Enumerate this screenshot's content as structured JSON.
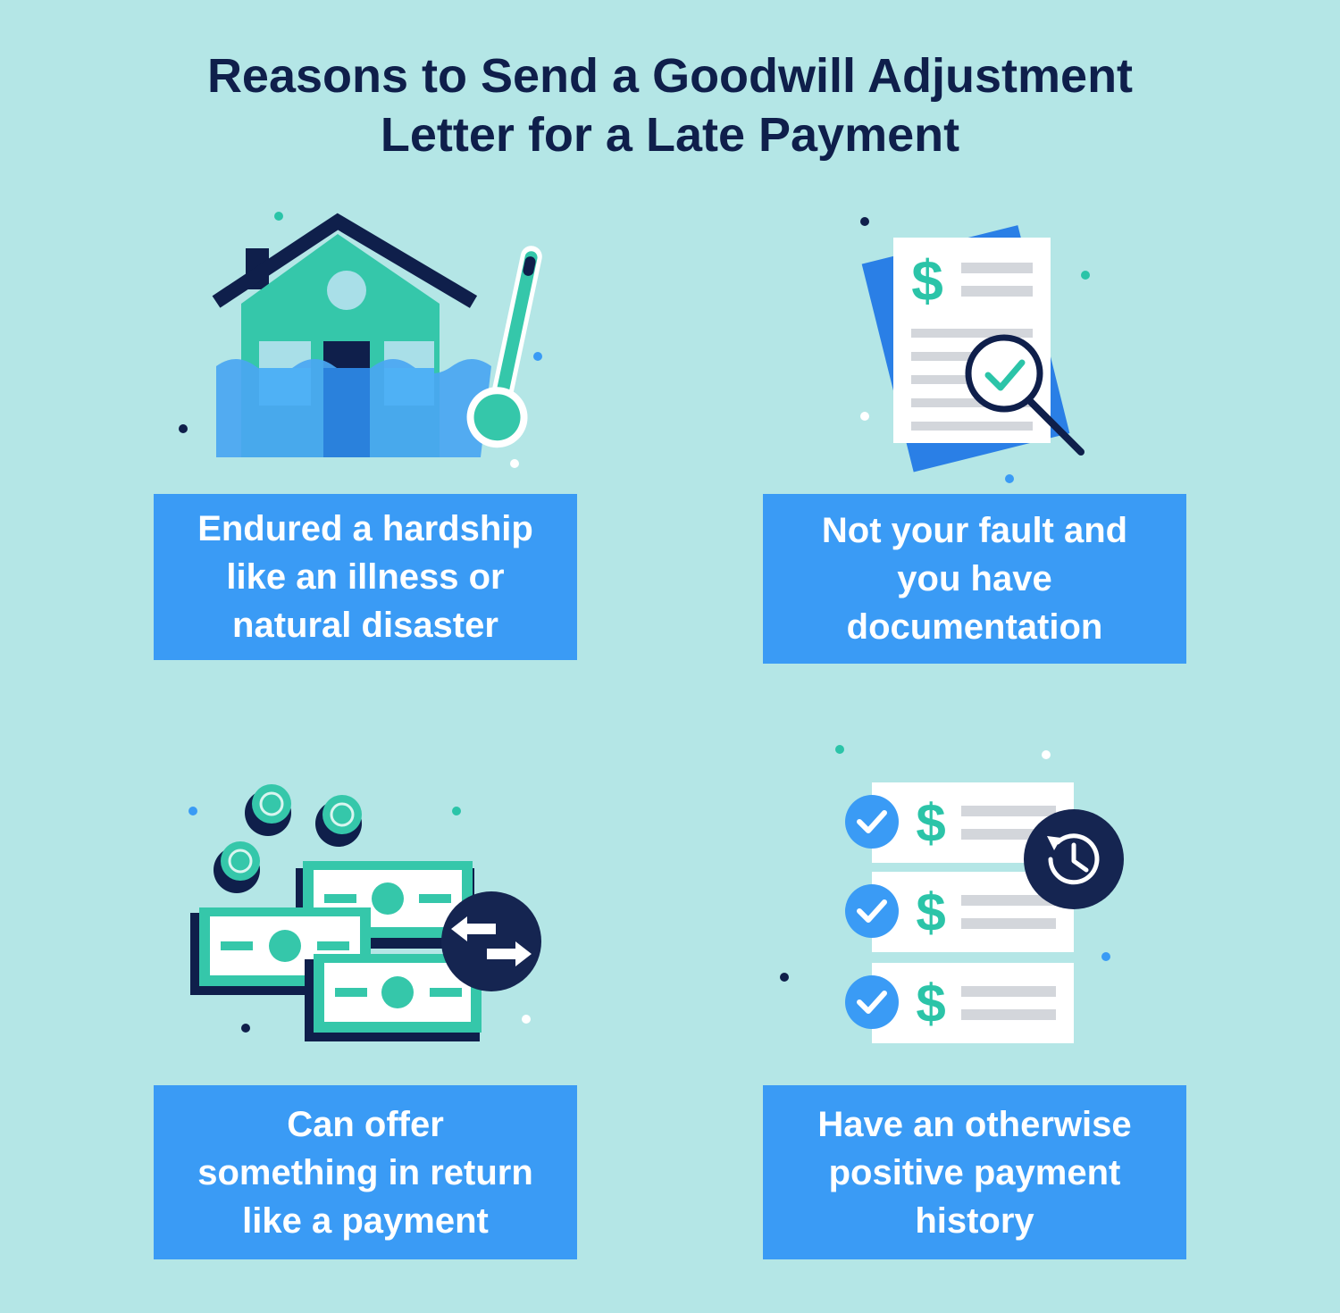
{
  "title": {
    "line1": "Reasons to Send a Goodwill Adjustment",
    "line2": "Letter for a Late Payment"
  },
  "colors": {
    "background": "#b4e6e6",
    "caption_box": "#3a9bf5",
    "title_text": "#0f1f4b",
    "teal": "#2bc4a8",
    "navy": "#0f1f4b"
  },
  "reasons": [
    {
      "icon": "flooded-house-thermometer-icon",
      "lines": [
        "Endured a hardship",
        "like an illness or",
        "natural disaster"
      ]
    },
    {
      "icon": "document-magnifier-check-icon",
      "lines": [
        "Not your fault and",
        "you have",
        "documentation"
      ]
    },
    {
      "icon": "cash-coins-exchange-icon",
      "lines": [
        "Can offer",
        "something in return",
        "like a payment"
      ]
    },
    {
      "icon": "payment-history-clock-icon",
      "lines": [
        "Have an otherwise",
        "positive payment",
        "history"
      ]
    }
  ]
}
